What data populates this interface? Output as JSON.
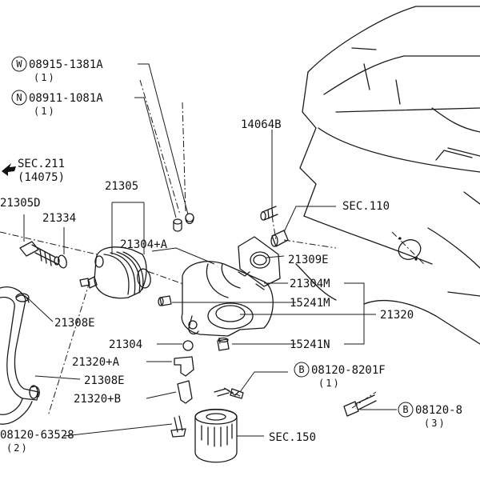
{
  "labels": {
    "w_part": "08915-1381A",
    "w_letter": "W",
    "w_qty": "(1)",
    "n_part": "08911-1081A",
    "n_letter": "N",
    "n_qty": "(1)",
    "sec211": "SEC.211",
    "sec211_sub": "(14075)",
    "p14064b": "14064B",
    "p21305": "21305",
    "p21305d": "21305D",
    "p21334": "21334",
    "sec110": "SEC.110",
    "p21304a_plus": "21304+A",
    "p21309e": "21309E",
    "p21304m": "21304M",
    "p15241m": "15241M",
    "p21320": "21320",
    "p21308e_top": "21308E",
    "p21304": "21304",
    "p15241n": "15241N",
    "p21320a_plus": "21320+A",
    "p21308e_low": "21308E",
    "b_8201f": "08120-8201F",
    "b_letter1": "B",
    "b_8201f_qty": "(1)",
    "p21320b_plus": "21320+B",
    "b_8": "08120-8",
    "b_letter2": "B",
    "b_8_qty": "(3)",
    "p63528": "08120-63528",
    "p63528_qty": "(2)",
    "sec150": "SEC.150"
  }
}
